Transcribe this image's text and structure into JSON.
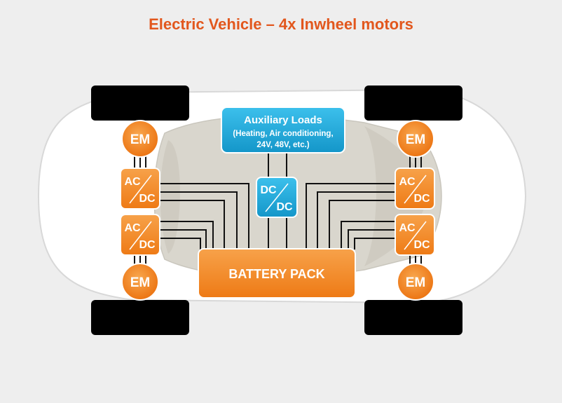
{
  "title": "Electric Vehicle – 4x Inwheel motors",
  "motor_label": "EM",
  "converter": {
    "top": "AC",
    "bottom": "DC"
  },
  "dcdc": {
    "top": "DC",
    "bottom": "DC"
  },
  "auxiliary": {
    "title": "Auxiliary Loads",
    "line1": "(Heating, Air conditioning,",
    "line2": "24V, 48V, etc.)"
  },
  "battery_label": "BATTERY PACK",
  "colors": {
    "orange": "#f28c28",
    "orange_dark": "#e06a10",
    "blue": "#1fa9dc",
    "title": "#e2571d",
    "wire": "#111111",
    "tire": "#000000"
  }
}
